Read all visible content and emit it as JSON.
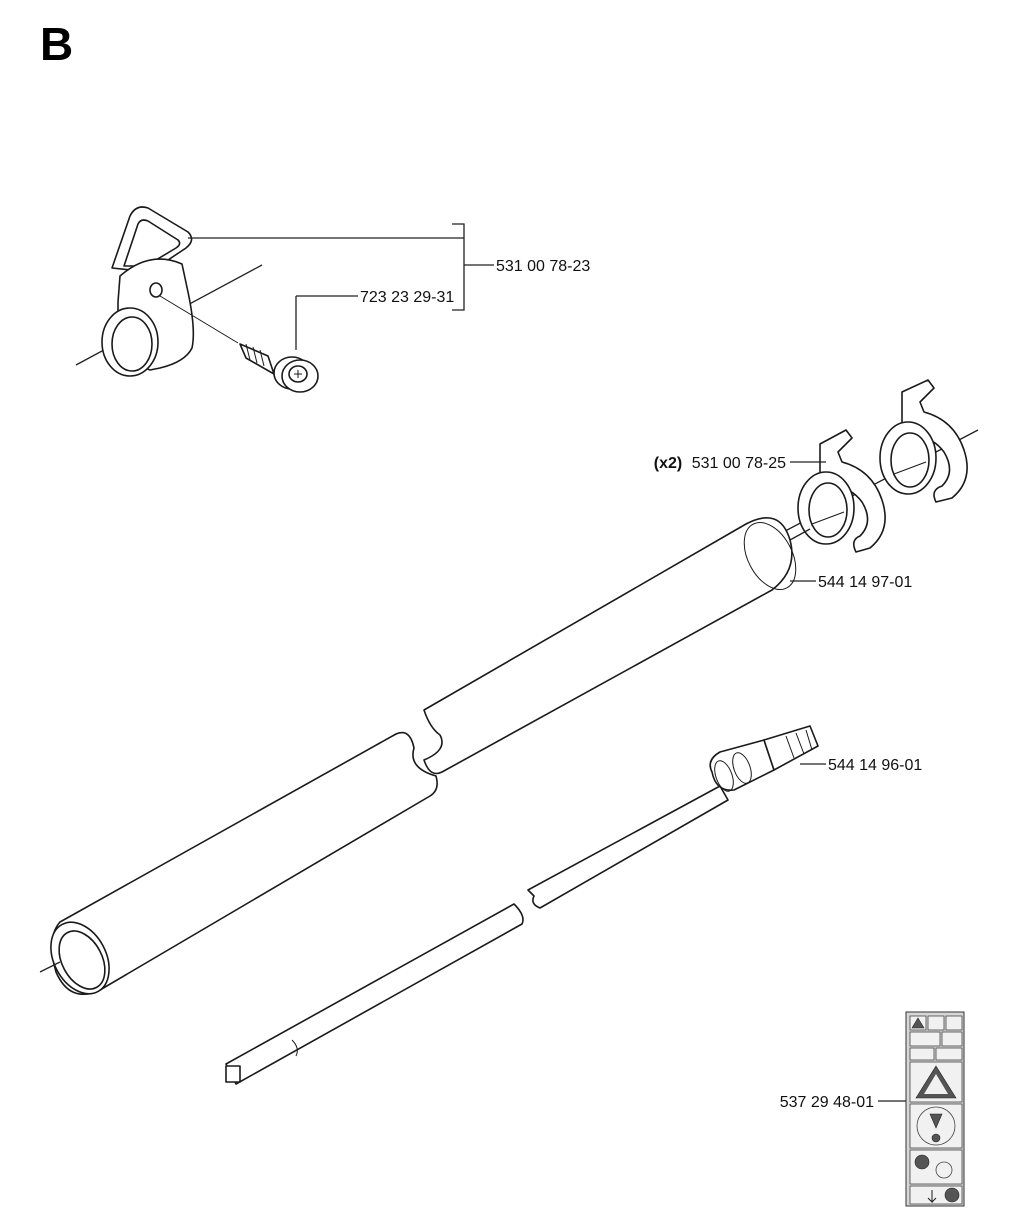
{
  "section_label": "B",
  "parts": [
    {
      "id": "hanger_kit",
      "number": "531 00 78-23",
      "qty": ""
    },
    {
      "id": "screw",
      "number": "723 23 29-31",
      "qty": ""
    },
    {
      "id": "clip",
      "number": "531 00 78-25",
      "qty": "(x2)"
    },
    {
      "id": "shaft_tube",
      "number": "544 14 97-01",
      "qty": ""
    },
    {
      "id": "drive_shaft",
      "number": "544 14 96-01",
      "qty": ""
    },
    {
      "id": "decal",
      "number": "537 29 48-01",
      "qty": ""
    }
  ]
}
